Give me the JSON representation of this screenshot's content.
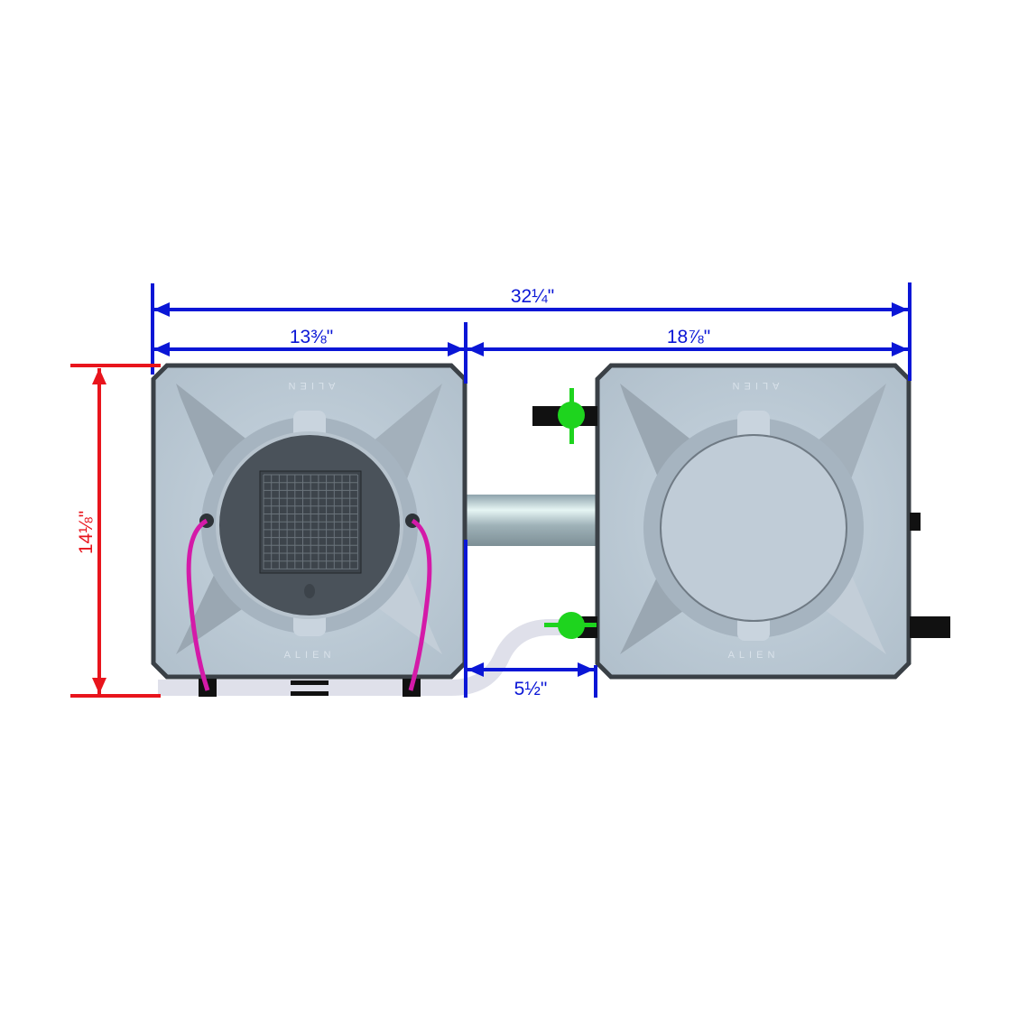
{
  "dimensions": {
    "overall_width": "32¼\"",
    "left_tank_width": "13⅜\"",
    "right_section_width": "18⅞\"",
    "depth": "14⅛\"",
    "gap": "5½\""
  },
  "brand": "ALIEN",
  "colors": {
    "dimension_blue": "#0a16d6",
    "dimension_red": "#e8141c",
    "valve_green": "#1ed41e",
    "cable_magenta": "#d41aa8",
    "tank_body": "#b9c7d3",
    "lid_dark": "#4a525a"
  }
}
